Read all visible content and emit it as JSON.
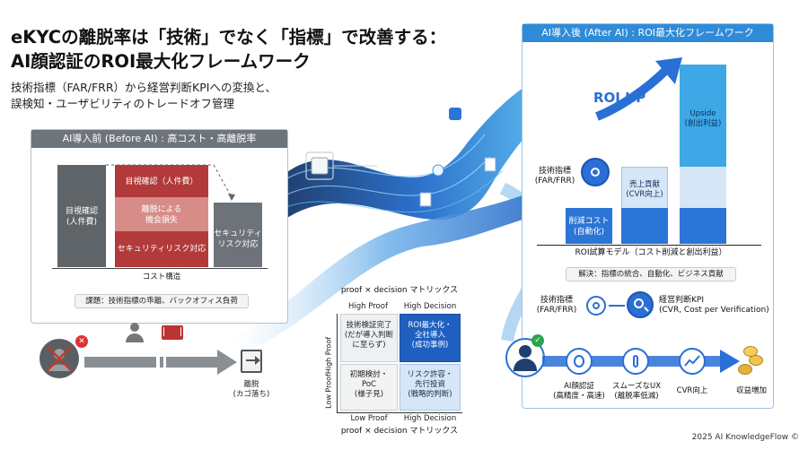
{
  "title": {
    "line1": "eKYCの離脱率は「技術」でなく「指標」で改善する：",
    "line2": "AI顔認証のROI最大化フレームワーク"
  },
  "subtitle": {
    "line1": "技術指標（FAR/FRR）から経営判断KPIへの変換と、",
    "line2": "誤検知・ユーザビリティのトレードオフ管理"
  },
  "before_panel": {
    "header": "AI導入前 (Before AI) : 高コスト・高離脱率",
    "bar_left": "目視確認\n(人件費)",
    "stack_top": "目視確認（人件費）",
    "stack_mid": "離脱による\n機会損失",
    "stack_bottom": "セキュリティリスク対応",
    "bar_right": "セキュリティ\nリスク対応",
    "axis_label": "コスト構造",
    "issue": "課題：技術指標の乖離、バックオフィス負荷",
    "exit_label": "離脱\n(カゴ落ち)"
  },
  "matrix": {
    "title_top": "proof × decision マトリックス",
    "title_bottom": "proof × decision マトリックス",
    "col_high": "High Decision",
    "col_low_top": "High Proof",
    "row_high": "High Proof",
    "row_low": "Low Proof",
    "x_low": "Low Proof",
    "x_high": "High Decision",
    "cell_tl": "技術検証完了\n(だが導入判断\nに至らず)",
    "cell_tr": "ROI最大化・\n全社導入\n(成功事例)",
    "cell_bl": "初期検討・\nPoC\n(様子見)",
    "cell_br": "リスク許容・\n先行投資\n(戦略的判断)"
  },
  "after_panel": {
    "header": "AI導入後 (After AI) : ROI最大化フレームワーク",
    "roi_up": "ROI UP",
    "tech_metric": "技術指標\n(FAR/FRR)",
    "bar1": "削減コスト\n(自動化)",
    "bar2": "売上貢献\n(CVR向上)",
    "bar3": "Upside\n(創出利益)",
    "axis_label": "ROI試算モデル（コスト削減と創出利益）",
    "solution": "解決：指標の統合、自動化、ビジネス貢献",
    "flow_tech": "技術指標\n(FAR/FRR)",
    "flow_kpi": "経営判断KPI\n(CVR, Cost per Verification)",
    "step1": "AI顔認証\n(高精度・高速)",
    "step2": "スムーズなUX\n(離脱率低減)",
    "step3": "CVR向上",
    "step4": "収益増加"
  },
  "footer": "2025 AI KnowledgeFlow ©",
  "colors": {
    "before_header": "#6d747b",
    "after_header": "#2f8bd8",
    "gray_bar": "#5f6468",
    "red_dark": "#b23a3a",
    "red_light": "#f1c9c6",
    "blue_dark": "#1f5fbf",
    "blue_light": "#d6e6f7",
    "cyan": "#3ea8e6"
  }
}
